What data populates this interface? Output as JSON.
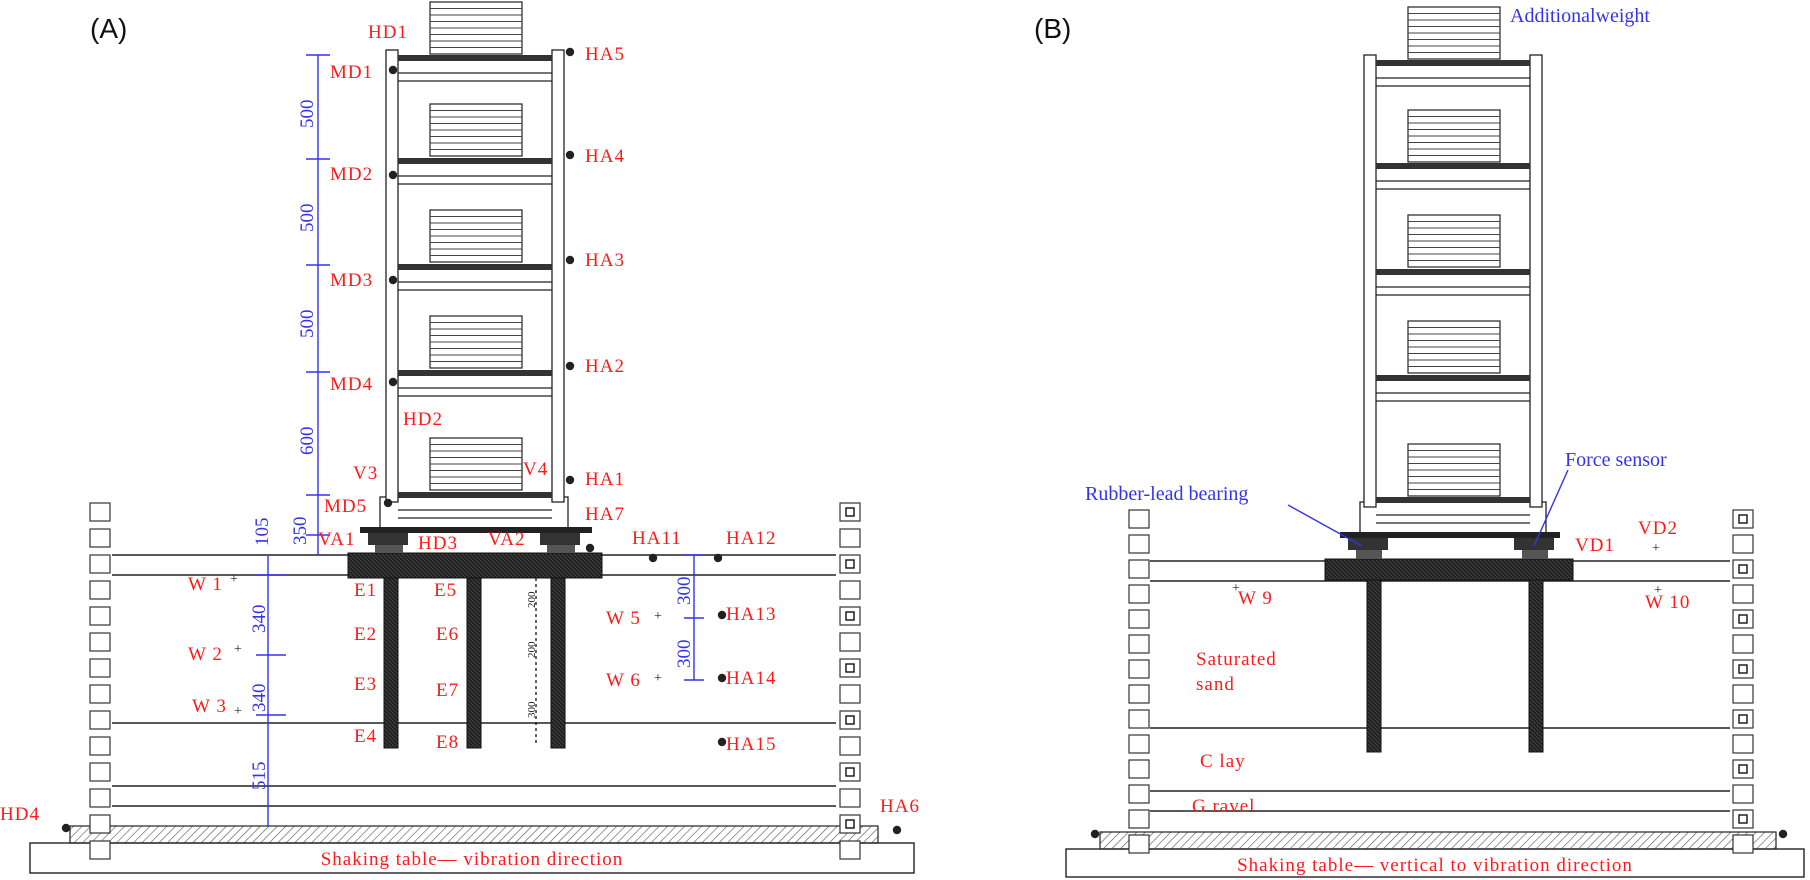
{
  "panels": {
    "a": {
      "title": "(A)",
      "levels": [
        "HD1",
        "MD1",
        "MD2",
        "MD3",
        "MD4",
        "HD2",
        "MD5",
        "V3",
        "V4",
        "VA1",
        "VA2",
        "HD3",
        "HD4",
        "HA1",
        "HA2",
        "HA3",
        "HA4",
        "HA5",
        "HA6",
        "HA7",
        "HA11",
        "HA12",
        "HA13",
        "HA14",
        "HA15"
      ],
      "water": [
        "W 1",
        "W 2",
        "W 3",
        "W 5",
        "W 6"
      ],
      "strain": [
        "E1",
        "E2",
        "E3",
        "E4",
        "E5",
        "E6",
        "E7",
        "E8"
      ],
      "dims_story": [
        "500",
        "500",
        "500",
        "600",
        "350",
        "105"
      ],
      "dims_soil": [
        "340",
        "340",
        "515"
      ],
      "dims_pile": [
        "200",
        "200",
        "300"
      ],
      "dims_right": [
        "300",
        "300"
      ],
      "base_label": "Shaking table— vibration direction"
    },
    "b": {
      "title": "(B)",
      "weight_label": "Additionalweight",
      "force_label": "Force sensor",
      "bearing_label": "Rubber-lead bearing",
      "vd1": "VD1",
      "vd2": "VD2",
      "w9": "W 9",
      "w10": "W 10",
      "sand1": "Saturated",
      "sand2": "sand",
      "clay": "C lay",
      "gravel": "G ravel",
      "base_label": "Shaking table— vertical to vibration direction"
    }
  },
  "colors": {
    "label": "#ff1a1a",
    "dimension": "#3333ee",
    "line": "#222222"
  }
}
